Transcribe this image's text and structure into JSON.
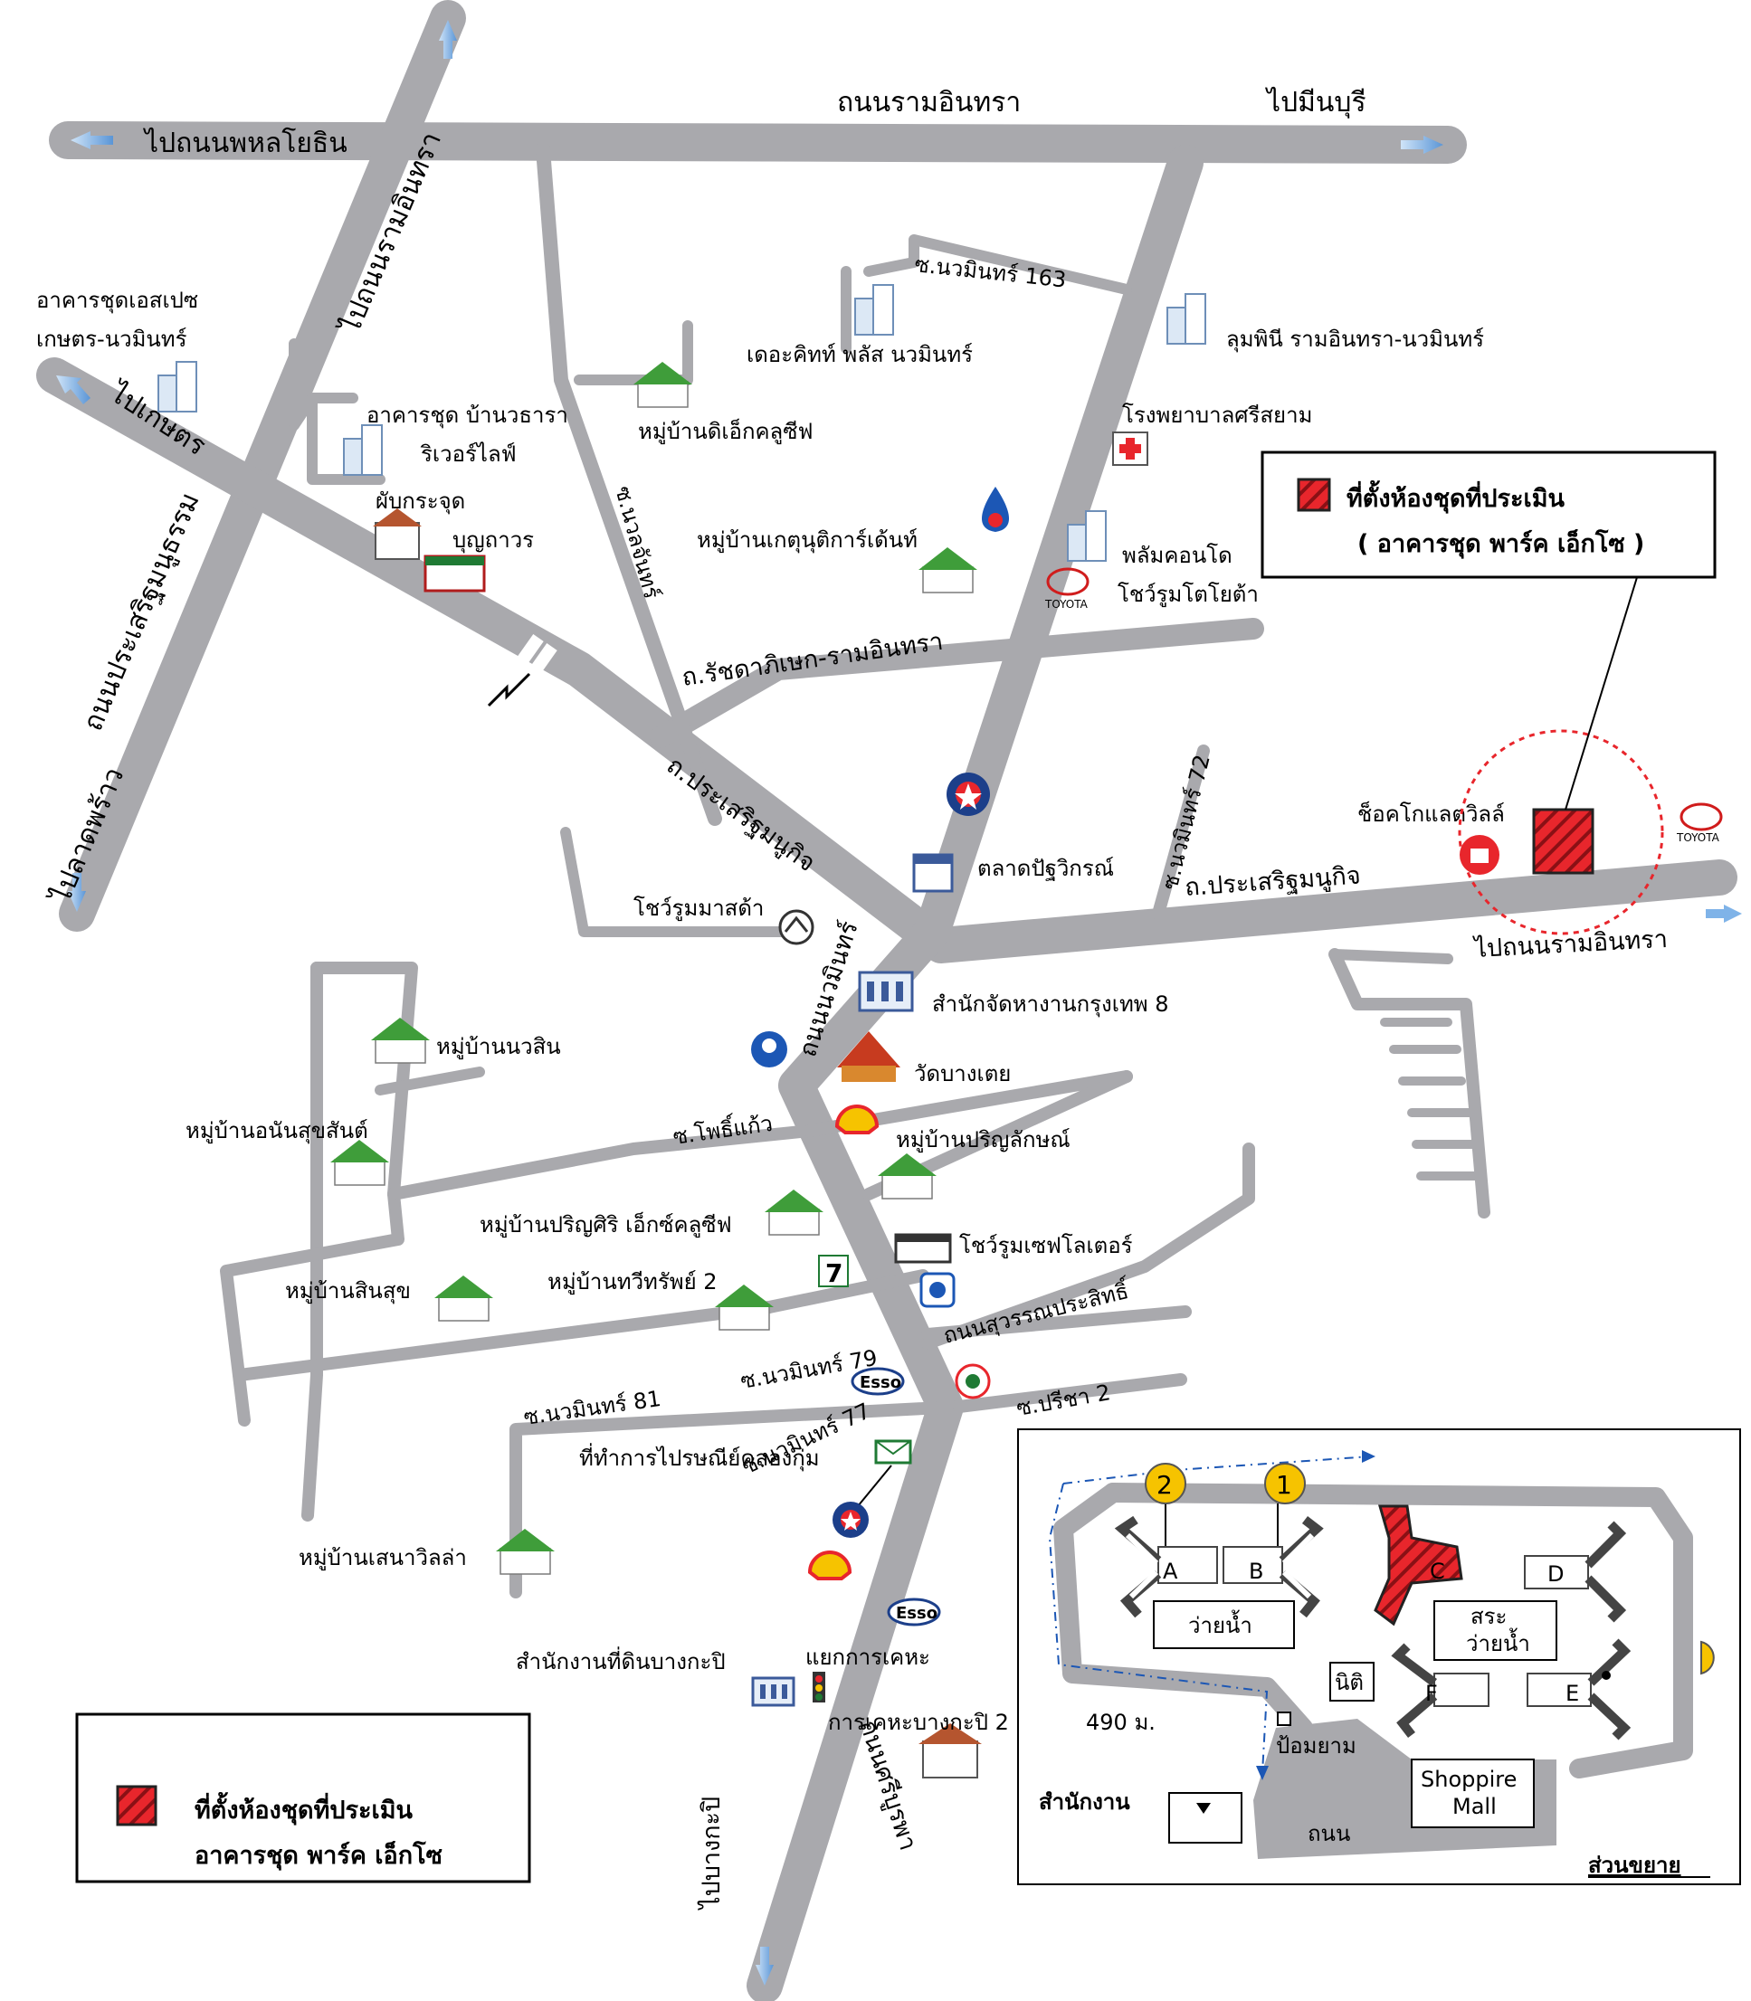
{
  "roads": {
    "ramintra_top": "ถนนรามอินทรา",
    "to_phahonyothin": "ไปถนนพหลโยธิน",
    "to_minburi": "ไปมีนบุรี",
    "to_ramintra_diag": "ไปถนนรามอินทรา",
    "to_kaset": "ไปเกษตร",
    "prasert_vertical": "ถนนประเสริฐมนูธรรม",
    "to_lat_phrao": "ไปลาดพร้าว",
    "soi_163": "ซ.นวมินทร์ 163",
    "soi_nawamin_upper": "ซ.นวลจันทร์",
    "ratchada_ramintra": "ถ.รัชดาภิเษก-รามอินทรา",
    "prasert_nukij_1": "ถ.ประเสริฐมนูกิจ",
    "prasert_nukij_2": "ถ.ประเสริฐมนูกิจ",
    "soi_72": "ซ.นวมินทร์ 72",
    "to_ramintra_right": "ไปถนนรามอินทรา",
    "nawamin_road": "ถนนนวมินทร์",
    "soi_pho_kaeo": "ซ.โพธิ์แก้ว",
    "suwan_prasit": "ถนนสุวรรณประสิทธิ์",
    "soi_79": "ซ.นวมินทร์ 79",
    "soi_81": "ซ.นวมินทร์ 81",
    "soi_77": "ซ.นวมินทร์ 77",
    "soi_preecha_2": "ซ.ปรีชา 2",
    "si_burapha": "ถนนศรีบูรพา",
    "to_bang_kapi": "ไปบางกะปิ"
  },
  "places": {
    "espace": [
      "อาคารชุดเอสเปซ",
      "เกษตร-นวมินทร์"
    ],
    "the_kith": "เดอะคิทท์ พลัส นวมินทร์",
    "lumpini": "ลุมพินี รามอินทรา-นวมินทร์",
    "village_dek_club": "หมู่บ้านดิเอ็กคลูซีฟ",
    "baan_wathara": [
      "อาคารชุด บ้านวธารา",
      "ริเวอร์ไลฟ์"
    ],
    "sriyam_hospital": "โรงพยาบาลศรีสยาม",
    "phab_kradut": "ผับกระจุด",
    "bunthawon": "บุญถาวร",
    "ketnutti_garden": "หมู่บ้านเกตุนุติการ์เด้นท์",
    "plum_condo": "พลัมคอนโด",
    "toyota_showroom": "โชว์รูมโตโยต้า",
    "patthawikorn_market": "ตลาดปัฐวิกรณ์",
    "chocolate_ville": "ช็อคโกแลตวิลล์",
    "mazda_showroom": "โชว์รูมมาสด้า",
    "bkk_office_8": "สำนักจัดหางานกรุงเทพ 8",
    "wat_bang_toei": "วัดบางเตย",
    "village_nawasin": "หมู่บ้านนวสิน",
    "village_anan": "หมู่บ้านอนันสุขสันต์",
    "village_prin_lux": "หมู่บ้านปริญลักษณ์",
    "village_prin_siri": "หมู่บ้านปริญศิริ เอ็กซ์คลูซีฟ",
    "safe_showroom": "โชว์รูมเซฟโลเตอร์",
    "village_sinsuk": "หมู่บ้านสินสุข",
    "village_tawee": "หมู่บ้านทวีทรัพย์ 2",
    "post_office": "ที่ทำการไปรษณีย์คลองกุ่ม",
    "village_sena": "หมู่บ้านเสนาวิลล่า",
    "land_office": "สำนักงานที่ดินบางกะปิ",
    "housing_junction": "แยกการเคหะ",
    "housing_bangkapi": "การเคหะบางกะปิ 2"
  },
  "brands": {
    "toyota": "TOYOTA",
    "esso": "Esso",
    "seven_eleven": "7"
  },
  "callout": {
    "line1": "ที่ตั้งห้องชุดที่ประเมิน",
    "line2": "( อาคารชุด พาร์ค เอ็กโซ )"
  },
  "legend": {
    "line1": "ที่ตั้งห้องชุดที่ประเมิน",
    "line2": "อาคารชุด พาร์ค เอ็กโซ"
  },
  "inset": {
    "title": "ส่วนขยาย",
    "distance": "490 ม.",
    "gate_1": "1",
    "gate_2": "2",
    "bldg_a": "A",
    "bldg_b": "B",
    "bldg_c": "C",
    "bldg_d": "D",
    "bldg_e": "E",
    "bldg_f": "F",
    "pool_1": "ว่ายน้ำ",
    "pool_2_l1": "สระ",
    "pool_2_l2": "ว่ายน้ำ",
    "juristic": "นิติ",
    "guard": "ป้อมยาม",
    "office": "สำนักงาน",
    "mall_l1": "Shoppire",
    "mall_l2": "Mall",
    "road": "ถนน"
  },
  "colors": {
    "road": "#a9a9ad",
    "highlight": "#e8262c",
    "arrow": "#7fb3e8",
    "village": "#3f9d3a"
  }
}
